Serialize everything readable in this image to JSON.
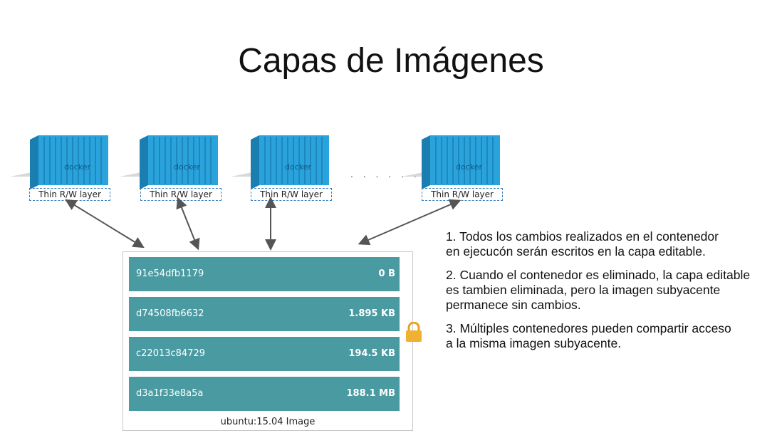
{
  "title": "Capas de Imágenes",
  "containers": [
    {
      "logo": "docker",
      "layer_label": "Thin R/W layer"
    },
    {
      "logo": "docker",
      "layer_label": "Thin R/W layer"
    },
    {
      "logo": "docker",
      "layer_label": "Thin R/W layer"
    },
    {
      "logo": "docker",
      "layer_label": "Thin R/W layer"
    }
  ],
  "ellipsis": ". . . . . .",
  "image": {
    "label": "ubuntu:15.04 Image",
    "layers": [
      {
        "id": "91e54dfb1179",
        "size": "0 B"
      },
      {
        "id": "d74508fb6632",
        "size": "1.895 KB"
      },
      {
        "id": "c22013c84729",
        "size": "194.5 KB"
      },
      {
        "id": "d3a1f33e8a5a",
        "size": "188.1 MB"
      }
    ]
  },
  "notes": [
    "1. Todos los cambios realizados en el contenedor\nen ejecucón serán escritos en la capa editable.",
    "2. Cuando el contenedor es eliminado, la capa editable\nes tambien eliminada, pero la imagen subyacente\npermanece sin cambios.",
    "3. Múltiples contenedores pueden compartir acceso\na la misma imagen subyacente."
  ],
  "colors": {
    "container": "#2a9fd6",
    "layer": "#4a9aa1",
    "lock": "#f0b030"
  }
}
